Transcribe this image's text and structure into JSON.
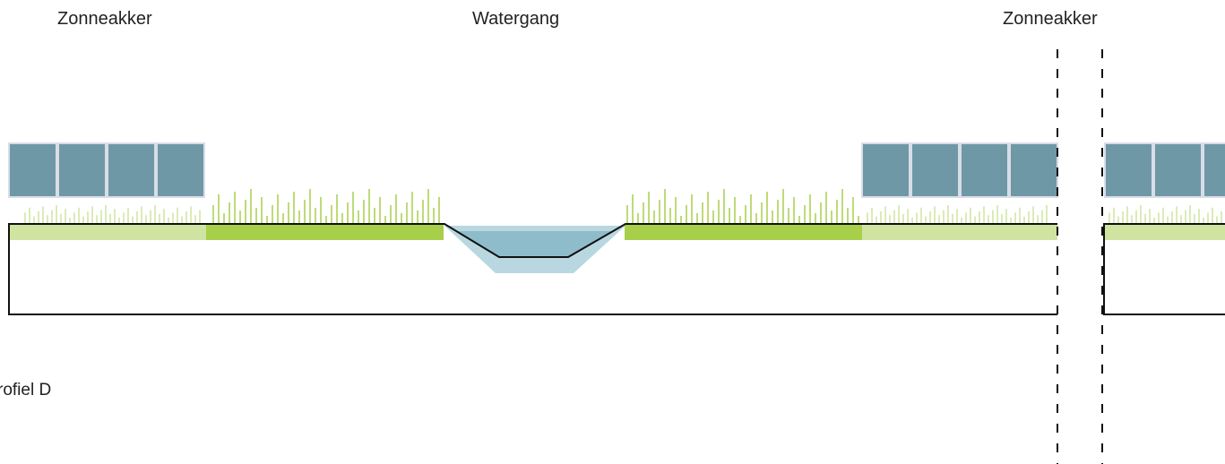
{
  "labels": {
    "left": "Zonneakker",
    "middle": "Watergang",
    "right": "Zonneakker",
    "profile": "rofiel D"
  },
  "colors": {
    "panel": "#6f98a6",
    "panel_edge": "#d9dde6",
    "grass": "#a8cf4a",
    "grass_light": "#cfe4a0",
    "water": "#8fbccb",
    "water_light": "#b9d7e0",
    "line": "#111111"
  }
}
